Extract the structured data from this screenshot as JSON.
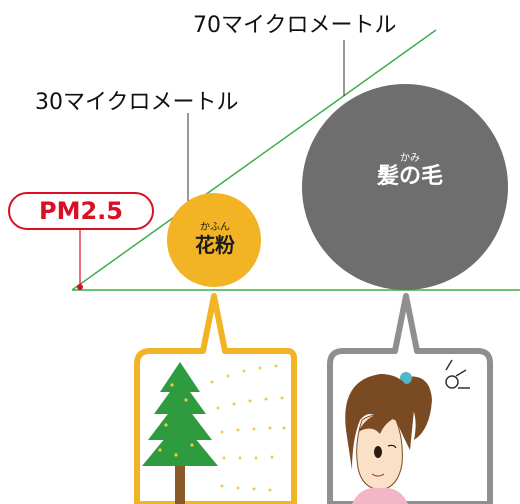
{
  "labels": {
    "size_70": "70マイクロメートル",
    "size_30": "30マイクロメートル",
    "pm25": "PM2.5"
  },
  "circles": {
    "pollen": {
      "ruby": "かふん",
      "text": "花粉"
    },
    "hair": {
      "ruby": "かみ",
      "text": "髪の毛"
    }
  },
  "colors": {
    "line_green": "#3fae4a",
    "pm_red": "#d90f25",
    "pollen_yellow": "#f2b325",
    "hair_gray": "#6e6e6e",
    "frame_gray": "#8f8f8f"
  },
  "icons": {
    "pollen_scene": "cedar-tree-icon",
    "hair_scene": "girl-hair-icon"
  }
}
